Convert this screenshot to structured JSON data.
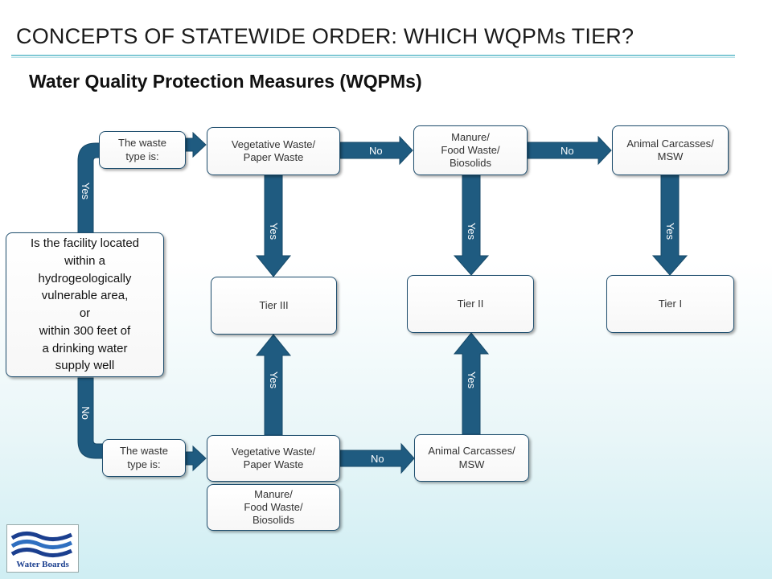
{
  "header": {
    "title": "CONCEPTS OF STATEWIDE ORDER: WHICH WQPMs TIER?",
    "subtitle": "Water Quality Protection Measures (WQPMs)"
  },
  "diagram": {
    "question": "Is the facility located\nwithin a\nhydrogeologically\nvulnerable area,\nor\nwithin 300 feet of\na drinking water\nsupply well",
    "waste_type_top": "The waste\ntype is:",
    "waste_type_bottom": "The waste\ntype is:",
    "top_vegetative": "Vegetative Waste/\nPaper Waste",
    "top_manure": "Manure/\nFood Waste/\nBiosolids",
    "top_carcasses": "Animal Carcasses/\nMSW",
    "tier3": "Tier III",
    "tier2": "Tier II",
    "tier1": "Tier I",
    "bottom_vegetative": "Vegetative Waste/\nPaper Waste",
    "bottom_carcasses": "Animal Carcasses/\nMSW",
    "bottom_manure": "Manure/\nFood Waste/\nBiosolids",
    "labels": {
      "yes_left": "Yes",
      "no_left": "No",
      "no_top_1": "No",
      "no_top_2": "No",
      "yes_veg_down": "Yes",
      "yes_manure_down": "Yes",
      "yes_carc_down": "Yes",
      "yes_veg_up": "Yes",
      "yes_carc_up": "Yes",
      "no_bottom": "No"
    }
  },
  "logo": {
    "text": "Water Boards"
  },
  "colors": {
    "connector": "#1f5b80",
    "connector_dark": "#174a69",
    "accent_rule": "#7fc8d4"
  }
}
